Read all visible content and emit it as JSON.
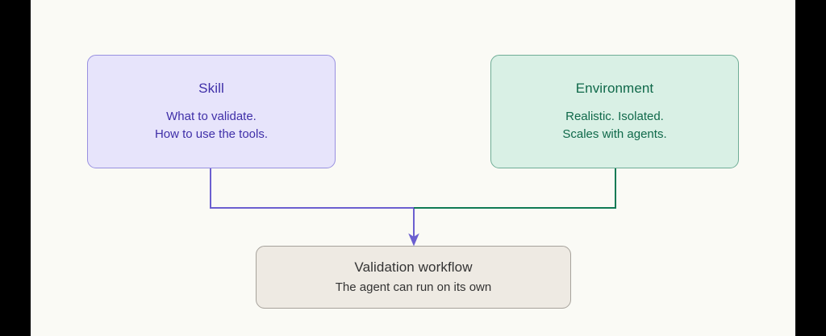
{
  "canvas": {
    "background": "#fafaf5",
    "letterbox_color": "#000000"
  },
  "diagram": {
    "type": "flowchart",
    "direction": "top-down-merge",
    "nodes": [
      {
        "id": "skill",
        "title": "Skill",
        "lines": [
          "What to validate.",
          "How to use the tools."
        ],
        "fill": "#e7e4fb",
        "stroke": "#9890e0",
        "text_color": "#3f2fa8"
      },
      {
        "id": "environment",
        "title": "Environment",
        "lines": [
          "Realistic. Isolated.",
          "Scales with agents."
        ],
        "fill": "#d9f0e5",
        "stroke": "#6fad96",
        "text_color": "#10694a"
      },
      {
        "id": "workflow",
        "title": "Validation workflow",
        "lines": [
          "The agent can run on its own"
        ],
        "fill": "#eeeae3",
        "stroke": "#a6a29b",
        "text_color": "#333333"
      }
    ],
    "edges": [
      {
        "id": "skill-to-workflow",
        "from": "skill",
        "to": "workflow",
        "color": "#6b5fd0",
        "arrowhead": true
      },
      {
        "id": "environment-to-workflow",
        "from": "environment",
        "to": "workflow",
        "color": "#0f7a55",
        "arrowhead": false
      }
    ]
  }
}
